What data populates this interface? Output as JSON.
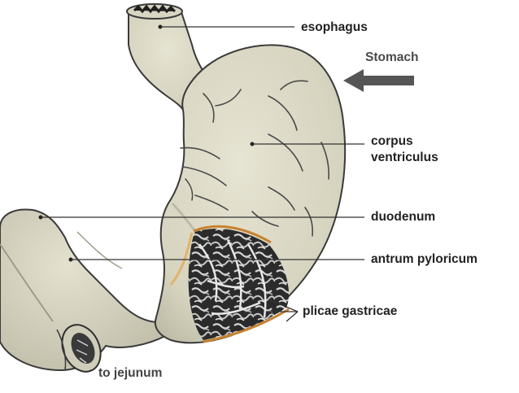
{
  "colors": {
    "background": "#ffffff",
    "organ_fill": "#d8d6c2",
    "organ_shadow": "#b9b7a3",
    "outline": "#3a3a3a",
    "mucosa_dark": "#2a2a2a",
    "mucosa_light": "#d9d9d9",
    "rim_orange": "#c8822e",
    "arrow": "#555555"
  },
  "title": {
    "text": "Stomach",
    "icon": "left-arrow-icon"
  },
  "labels": {
    "esophagus": "esophagus",
    "corpus_line1": "corpus",
    "corpus_line2": "ventriculus",
    "duodenum": "duodenum",
    "antrum": "antrum pyloricum",
    "plicae": "plicae gastricae",
    "jejunum": "to jejunum"
  }
}
